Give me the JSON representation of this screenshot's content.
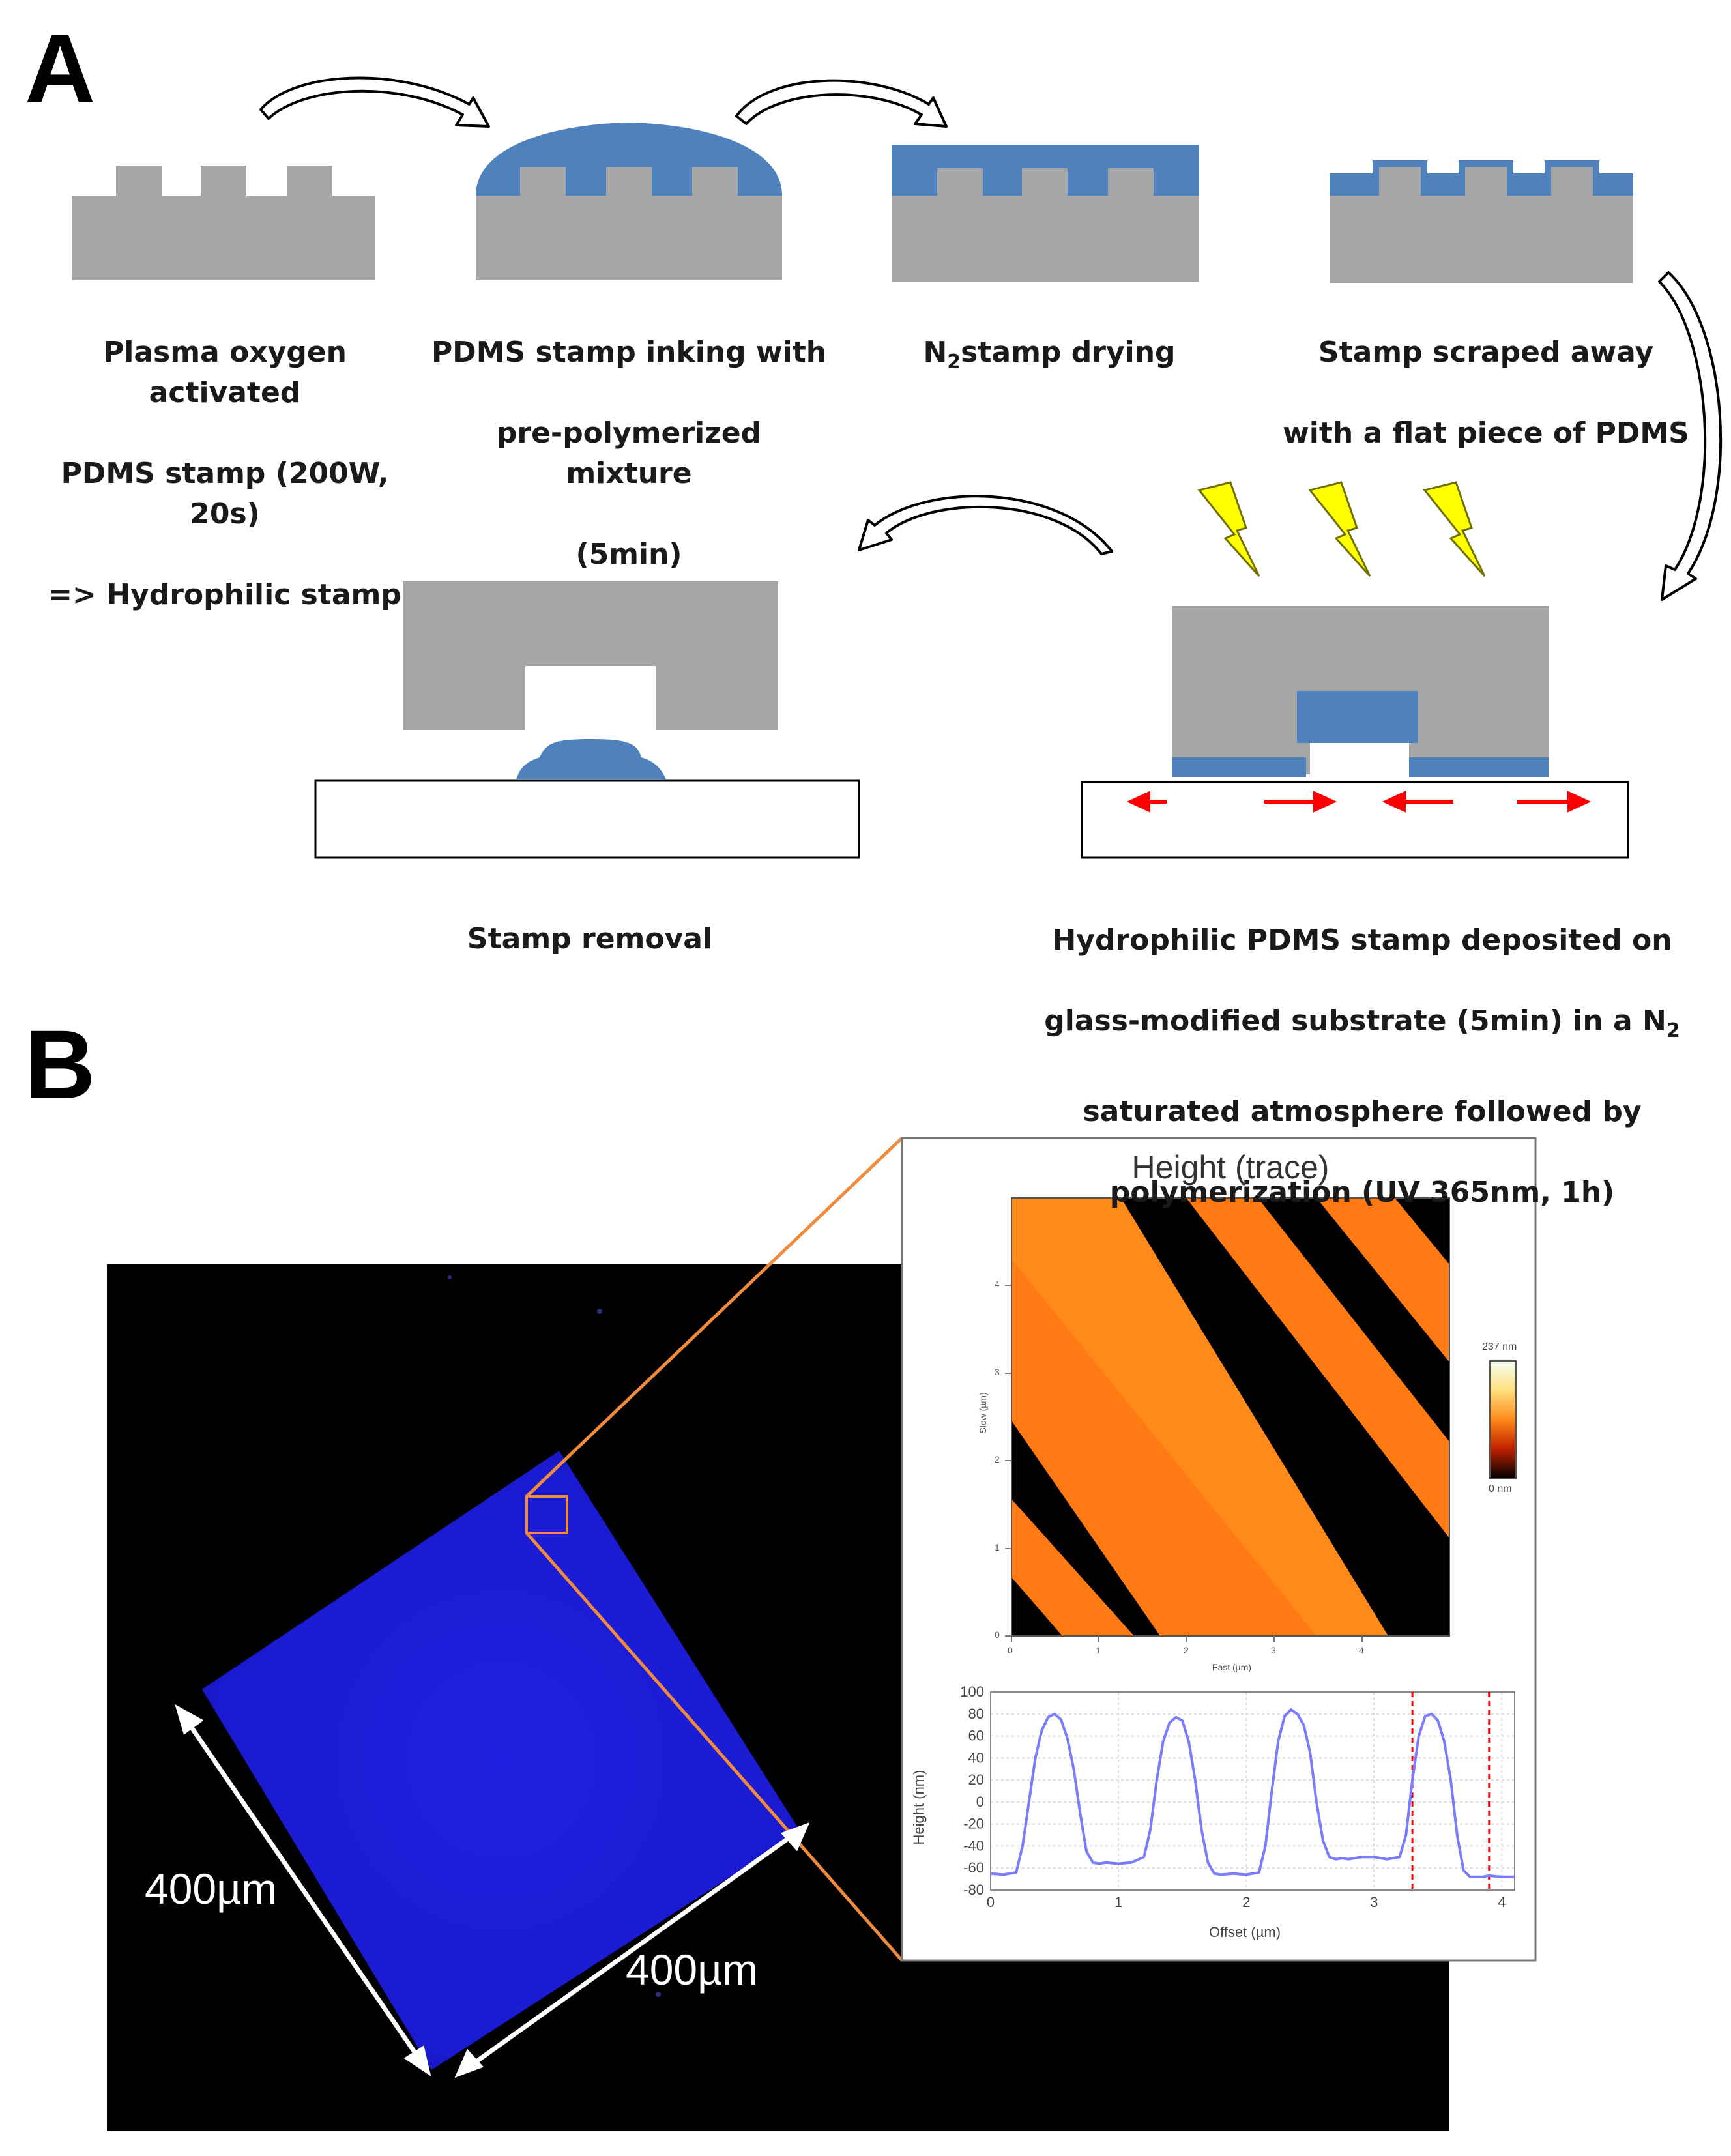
{
  "panel_a": {
    "letter": "A",
    "steps": [
      {
        "lines": [
          "Plasma oxygen activated",
          "PDMS stamp (200W, 20s)",
          "=> Hydrophilic stamp"
        ]
      },
      {
        "lines": [
          "PDMS stamp inking with",
          "pre-polymerized mixture",
          "(5min)"
        ]
      },
      {
        "prefix": "N",
        "sub": "2",
        "suffix": "stamp drying"
      },
      {
        "lines": [
          "Stamp scraped away",
          "with a flat piece of PDMS"
        ]
      },
      {
        "lines": [
          "Hydrophilic PDMS stamp deposited on",
          "glass-modified substrate (5min) in a N",
          "saturated atmosphere followed by",
          "polymerization (UV 365nm, 1h)"
        ],
        "line2_sub": "2"
      },
      {
        "lines": [
          "Stamp removal"
        ]
      }
    ]
  },
  "panel_b": {
    "letter": "B",
    "dimension_left": "400µm",
    "dimension_bottom": "400µm",
    "afm_title": "Height (trace)",
    "colorbar_top": "237 nm",
    "colorbar_bottom": "0 nm",
    "map_ylabel": "Slow (µm)",
    "map_xlabel": "Fast (µm)",
    "map_xticks": [
      "0",
      "1",
      "2",
      "3",
      "4"
    ],
    "map_yticks": [
      "0",
      "1",
      "2",
      "3",
      "4"
    ],
    "profile_ylabel": "Height (nm)",
    "profile_xlabel": "Offset (µm)"
  },
  "colors": {
    "pdms_gray": "#a6a6a6",
    "ink_blue": "#4f81bd",
    "arrow_red": "#ff0000",
    "lightning_yellow": "#ffff00",
    "stamp_blue": "#1414d2",
    "zoom_orange": "#f08a3c",
    "profile_line": "#7b7bff"
  },
  "chart_data": {
    "type": "line",
    "title": "",
    "xlabel": "Offset (µm)",
    "ylabel": "Height (nm)",
    "xlim": [
      0,
      4.1
    ],
    "ylim": [
      -80,
      100
    ],
    "xticks": [
      0,
      1,
      2,
      3,
      4
    ],
    "yticks": [
      -80,
      -60,
      -40,
      -20,
      0,
      20,
      40,
      60,
      80,
      100
    ],
    "grid": true,
    "markers": [
      3.3,
      3.9
    ],
    "series": [
      {
        "x": [
          0.0,
          0.1,
          0.2,
          0.25,
          0.3,
          0.35,
          0.4,
          0.45,
          0.5,
          0.55,
          0.6,
          0.65,
          0.7,
          0.75,
          0.8,
          0.85,
          0.9,
          1.0,
          1.1,
          1.2,
          1.25,
          1.3,
          1.35,
          1.4,
          1.45,
          1.5,
          1.55,
          1.6,
          1.65,
          1.7,
          1.75,
          1.8,
          1.9,
          2.0,
          2.1,
          2.15,
          2.2,
          2.25,
          2.3,
          2.35,
          2.4,
          2.45,
          2.5,
          2.55,
          2.6,
          2.65,
          2.7,
          2.75,
          2.8,
          2.85,
          2.9,
          3.0,
          3.1,
          3.2,
          3.25,
          3.3,
          3.35,
          3.4,
          3.45,
          3.5,
          3.55,
          3.6,
          3.65,
          3.7,
          3.75,
          3.8,
          3.85,
          3.9,
          4.0,
          4.1
        ],
        "values": [
          -65,
          -66,
          -64,
          -40,
          0,
          40,
          65,
          77,
          80,
          75,
          58,
          30,
          -10,
          -45,
          -55,
          -56,
          -55,
          -56,
          -55,
          -50,
          -25,
          20,
          55,
          72,
          77,
          74,
          55,
          20,
          -25,
          -55,
          -65,
          -66,
          -65,
          -66,
          -64,
          -40,
          10,
          55,
          78,
          84,
          80,
          70,
          45,
          0,
          -35,
          -50,
          -52,
          -51,
          -52,
          -51,
          -50,
          -50,
          -52,
          -50,
          -30,
          20,
          60,
          78,
          80,
          74,
          55,
          20,
          -30,
          -62,
          -68,
          -68,
          -68,
          -67,
          -68,
          -68
        ]
      }
    ]
  }
}
